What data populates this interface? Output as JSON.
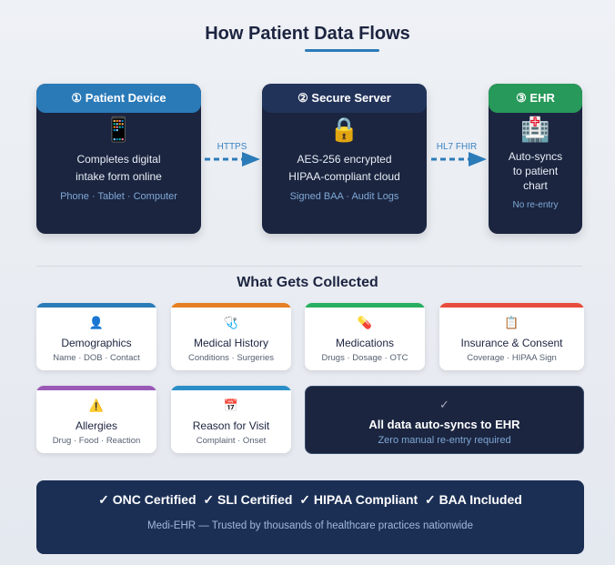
{
  "title": "How Patient Data Flows",
  "flow": [
    {
      "header": "① Patient Device",
      "icon": "tablet-icon",
      "main1": "Completes digital",
      "main2": "intake form online",
      "sub": "Phone · Tablet · Computer",
      "color": "#2a7ab8"
    },
    {
      "header": "② Secure Server",
      "icon": "lock-icon",
      "main1": "AES-256 encrypted",
      "main2": "HIPAA-compliant cloud",
      "sub": "Signed BAA · Audit Logs",
      "color": "#22335a"
    },
    {
      "header": "③ EHR",
      "icon": "hospital-icon",
      "main1": "Auto-syncs",
      "main2": "to patient",
      "main3": "chart",
      "sub": "No re-entry",
      "color": "#27995a"
    }
  ],
  "arrows": [
    "HTTPS",
    "HL7 FHIR"
  ],
  "section_title": "What Gets Collected",
  "cards": [
    {
      "title": "Demographics",
      "sub": "Name · DOB · Contact",
      "icon": "👤",
      "color": "#2b7bb9"
    },
    {
      "title": "Medical History",
      "sub": "Conditions · Surgeries",
      "icon": "🩺",
      "color": "#e67e22"
    },
    {
      "title": "Medications",
      "sub": "Drugs · Dosage · OTC",
      "icon": "💊",
      "color": "#27ae60"
    },
    {
      "title": "Insurance & Consent",
      "sub": "Coverage · HIPAA Sign",
      "icon": "📋",
      "color": "#e74c3c"
    },
    {
      "title": "Allergies",
      "sub": "Drug · Food · Reaction",
      "icon": "⚠️",
      "color": "#9b59b6"
    },
    {
      "title": "Reason for Visit",
      "sub": "Complaint · Onset",
      "icon": "📅",
      "color": "#2b8fc7"
    }
  ],
  "sync": {
    "check": "✓",
    "title": "All data auto-syncs to EHR",
    "sub": "Zero manual re-entry required"
  },
  "banner": {
    "certs": "✓ ONC Certified  ✓ SLI Certified  ✓ HIPAA Compliant  ✓ BAA Included",
    "tagline": "Medi-EHR — Trusted by thousands of healthcare practices nationwide"
  }
}
